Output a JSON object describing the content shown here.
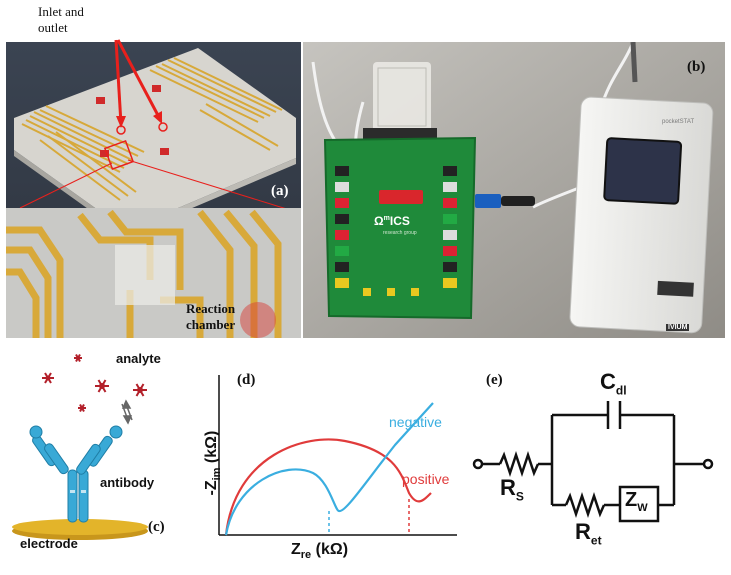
{
  "figure": {
    "panels": {
      "a": {
        "label": "(a)",
        "annotations": {
          "inlet_outlet_line1": "Inlet and",
          "inlet_outlet_line2": "outlet",
          "reaction_line1": "Reaction",
          "reaction_line2": "chamber"
        }
      },
      "b": {
        "label": "(b)",
        "pcb_brand": "Ω",
        "pcb_brand_rest": "ICS",
        "pcb_brand_sup": "m",
        "pcb_sub": "research group",
        "device_brand": "IVIUM",
        "device_model": "pocketSTAT"
      },
      "c": {
        "label": "(c)",
        "analyte": "analyte",
        "antibody": "antibody",
        "electrode": "electrode"
      },
      "d": {
        "label": "(d)",
        "ylabel_prefix": "-Z",
        "ylabel_sub": "im",
        "ylabel_unit": " (kΩ)",
        "xlabel_prefix": "Z",
        "xlabel_sub": "re",
        "xlabel_unit": " (kΩ)",
        "negative_label": "negative",
        "positive_label": "positive"
      },
      "e": {
        "label": "(e)",
        "cdl_main": "C",
        "cdl_sub": "dl",
        "rs_main": "R",
        "rs_sub": "S",
        "ret_main": "R",
        "ret_sub": "et",
        "zw_main": "Z",
        "zw_sub": "W"
      }
    },
    "colors": {
      "negative": "#3aaee0",
      "positive": "#e03b3b",
      "arrow_red": "#e8201c",
      "electrode_gold": "#e3b42a",
      "antibody_blue": "#39a9d6"
    }
  }
}
